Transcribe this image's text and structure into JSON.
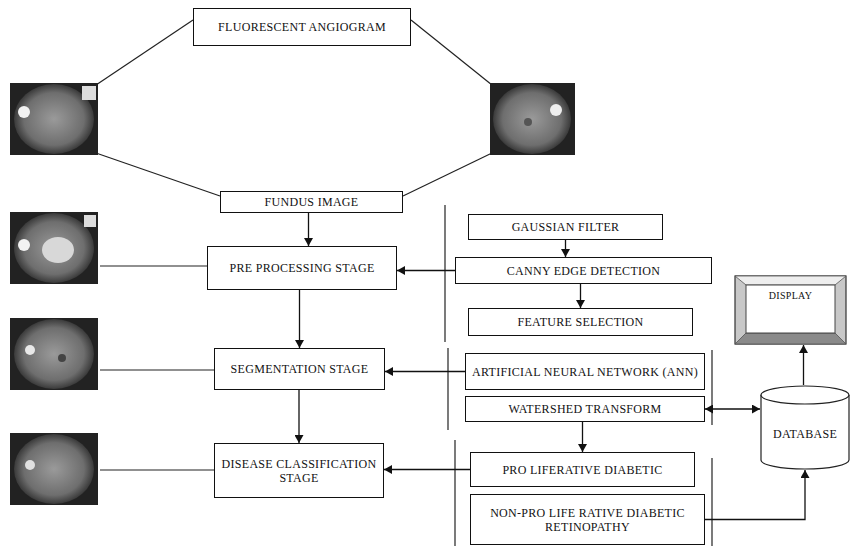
{
  "diagram": {
    "nodes": [
      {
        "text": [
          "FLUORESCENT ANGIOGRAM"
        ]
      },
      {
        "text": [
          "FUNDUS IMAGE"
        ]
      },
      {
        "text": [
          "PRE PROCESSING STAGE"
        ]
      },
      {
        "text": [
          "GAUSSIAN FILTER"
        ]
      },
      {
        "text": [
          "CANNY EDGE DETECTION"
        ]
      },
      {
        "text": [
          "FEATURE SELECTION"
        ]
      },
      {
        "text": [
          "SEGMENTATION STAGE"
        ]
      },
      {
        "text": [
          "ARTIFICIAL NEURAL NETWORK (ANN)"
        ]
      },
      {
        "text": [
          "WATERSHED TRANSFORM"
        ]
      },
      {
        "text": [
          "DISPLAY"
        ]
      },
      {
        "text": [
          "DATABASE"
        ]
      },
      {
        "text": [
          "DISEASE CLASSIFICATION STAGE"
        ]
      },
      {
        "text": [
          "PRO LIFERATIVE DIABETIC"
        ]
      },
      {
        "text": [
          "NON-PRO LIFE RATIVE DIABETIC RETINOPATHY"
        ]
      }
    ],
    "edges": [
      {
        "from": 1,
        "to": 2,
        "arrow": "to"
      },
      {
        "from": 2,
        "to": 6,
        "arrow": "to"
      },
      {
        "from": 6,
        "to": 11,
        "arrow": "to"
      },
      {
        "from": 3,
        "to": 4,
        "arrow": "to"
      },
      {
        "from": 4,
        "to": 5,
        "arrow": "to"
      },
      {
        "from": 4,
        "to": 2,
        "arrow": "to"
      },
      {
        "from": 7,
        "to": 6,
        "arrow": "to"
      },
      {
        "from": 8,
        "to": 12,
        "arrow": "to"
      },
      {
        "from": 12,
        "to": 11,
        "arrow": "to"
      },
      {
        "from": 8,
        "to": 10,
        "arrow": "both"
      },
      {
        "from": 10,
        "to": 9,
        "arrow": "to"
      },
      {
        "from": 13,
        "to": 10,
        "arrow": "to"
      }
    ]
  }
}
